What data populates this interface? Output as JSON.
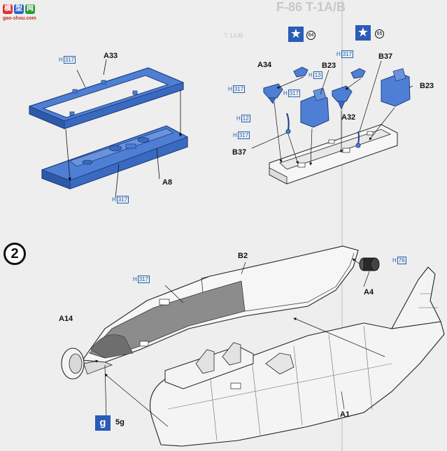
{
  "watermark": {
    "chars": [
      "模",
      "型",
      "网"
    ],
    "url": "gao-shou.com"
  },
  "header_text": [
    "F-86 T-1A/B",
    "T-1A/B"
  ],
  "step": {
    "number": "2"
  },
  "paint": {
    "code": "g",
    "label": "5g"
  },
  "stars": [
    {
      "num": "64"
    },
    {
      "num": "65"
    }
  ],
  "hcodes": {
    "h_a33": "317",
    "h_a8": "317",
    "h_a34": "317",
    "h_13": "13",
    "h_b23": "317",
    "h_12": "12",
    "h_b37": "317",
    "h_b37b": "317",
    "h_b2": "317",
    "h_a4": "76",
    "prefix": "H"
  },
  "parts": {
    "a33": "A33",
    "a8": "A8",
    "a34": "A34",
    "b23_left": "B23",
    "b23_right": "B23",
    "b37_right": "B37",
    "b37_left": "B37",
    "a32": "A32",
    "b2": "B2",
    "a4": "A4",
    "a14": "A14",
    "a1": "A1"
  },
  "colors": {
    "part_blue": "#4f7fd4",
    "part_blue_dark": "#2d5aa8",
    "accent": "#2a5cb8",
    "fuselage": "#f4f4f4",
    "cockpit_gray": "#8c8c8c"
  }
}
